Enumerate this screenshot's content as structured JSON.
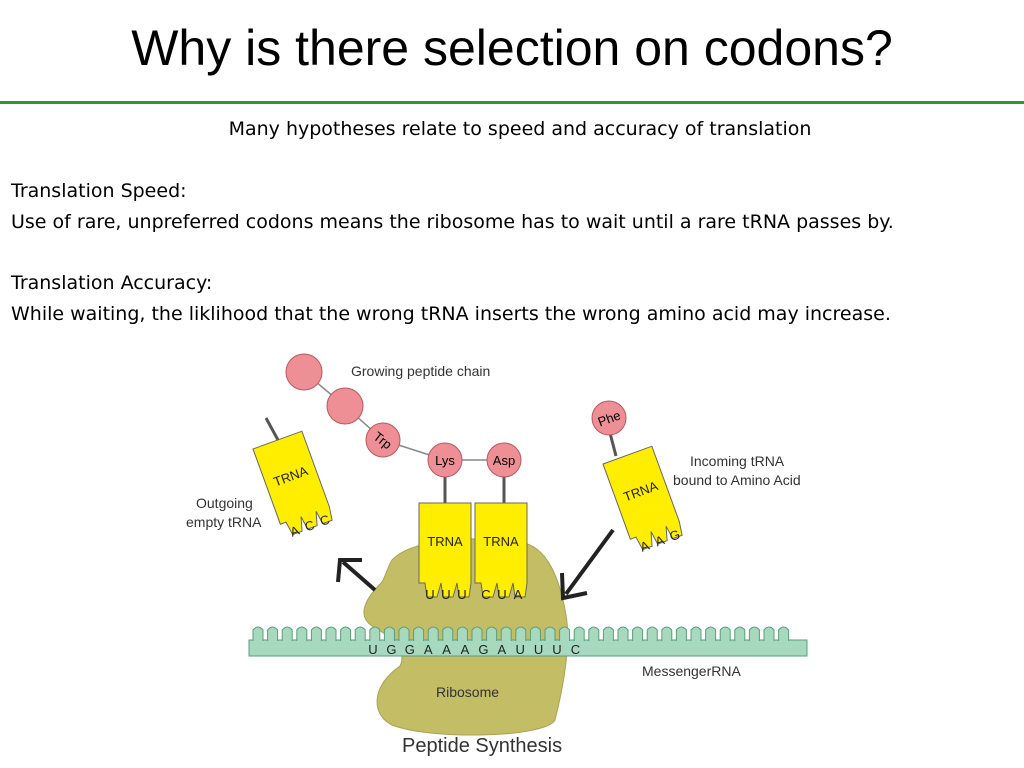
{
  "slide": {
    "title": "Why is there selection on codons?",
    "subtitle": "Many hypotheses relate to speed and accuracy of translation",
    "speed_heading": "Translation Speed:",
    "speed_text": "Use of rare, unpreferred codons means the ribosome has to wait until a rare tRNA passes by.",
    "accuracy_heading": "Translation Accuracy:",
    "accuracy_text": "While waiting, the liklihood that the wrong tRNA inserts the wrong amino acid may increase."
  },
  "diagram": {
    "growing_chain_label": "Growing peptide chain",
    "amino_acids": {
      "trp": "Trp",
      "lys": "Lys",
      "asp": "Asp",
      "phe": "Phe"
    },
    "trna_label": "TRNA",
    "outgoing_label_1": "Outgoing",
    "outgoing_label_2": "empty tRNA",
    "incoming_label_1": "Incoming  tRNA",
    "incoming_label_2": "bound to Amino Acid",
    "anticodons": {
      "outgoing": [
        "A",
        "C",
        "C"
      ],
      "lys": [
        "U",
        "U",
        "U"
      ],
      "asp": [
        "C",
        "U",
        "A"
      ],
      "incoming": [
        "A",
        "A",
        "G"
      ]
    },
    "mrna_sequence": [
      "U",
      "G",
      "G",
      "A",
      "A",
      "A",
      "G",
      "A",
      "U",
      "U",
      "U",
      "C"
    ],
    "mrna_label": "MessengerRNA",
    "ribosome_label": "Ribosome",
    "caption": "Peptide Synthesis",
    "colors": {
      "trna": "#ffee00",
      "amino_acid": "#ee8f96",
      "ribosome": "#c3bd66",
      "mrna": "#a7d9bf",
      "rule": "#2e9a2e"
    }
  }
}
